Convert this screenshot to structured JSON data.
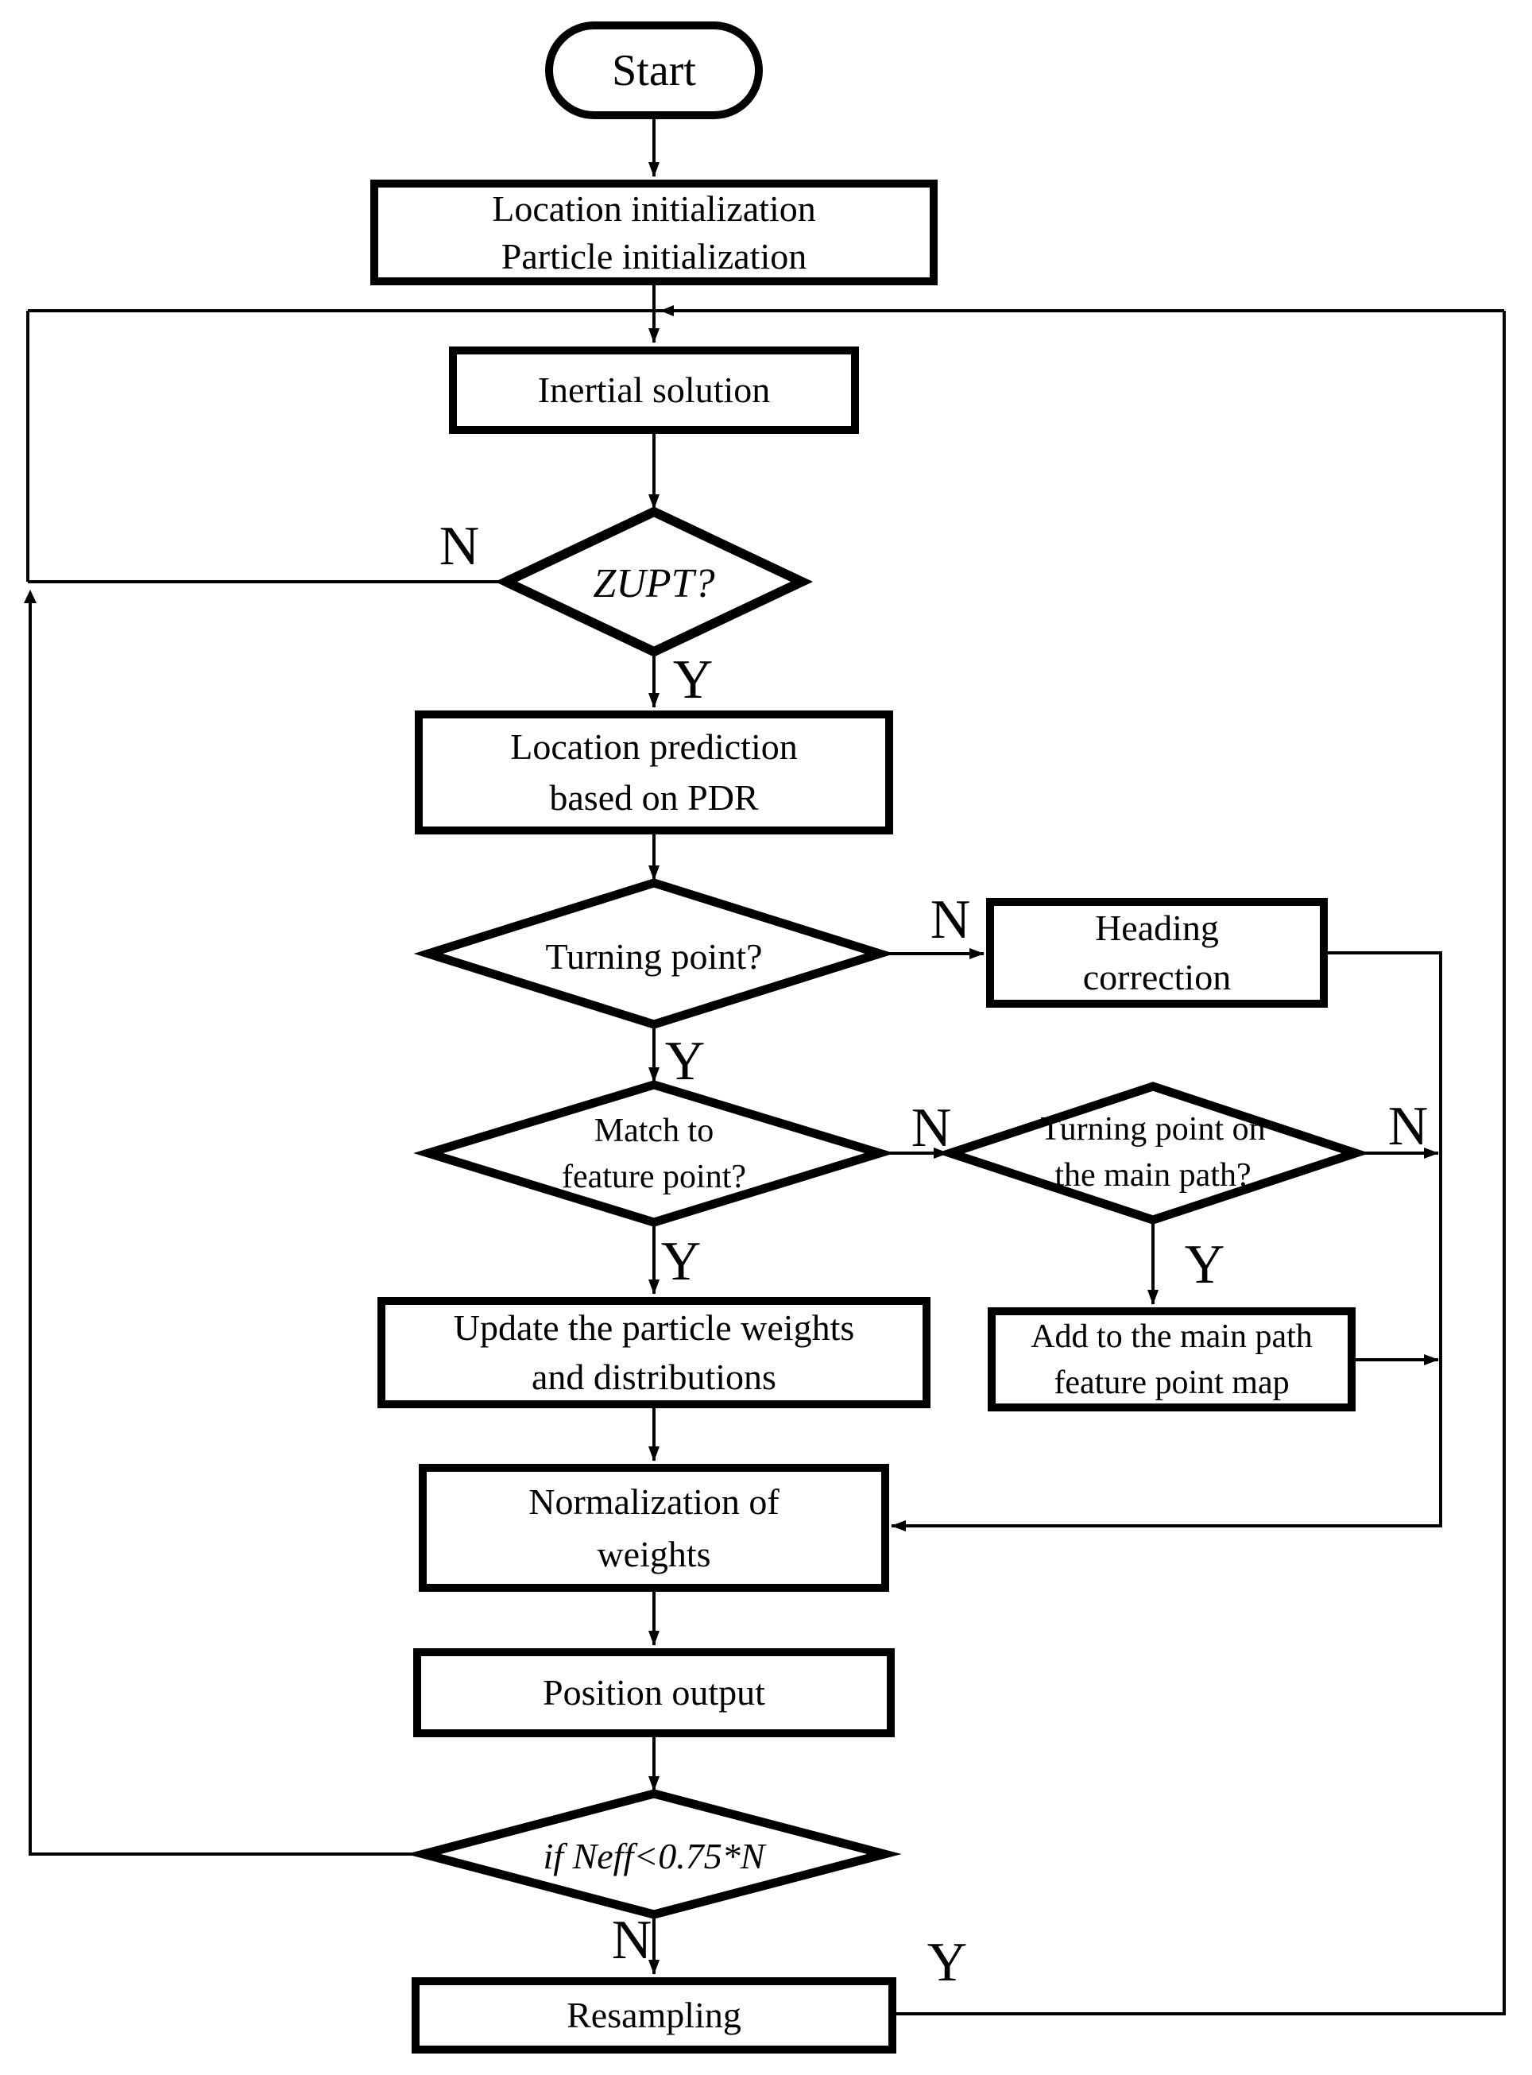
{
  "figure": {
    "title": "PDR particle-filter localization flowchart",
    "ink_color": "#000000",
    "background_color": "#ffffff"
  },
  "nodes": {
    "start": {
      "label": "Start"
    },
    "init": {
      "lines": [
        "Location initialization",
        "Particle initialization"
      ]
    },
    "inertial": {
      "label": "Inertial solution"
    },
    "zupt": {
      "label": "ZUPT?"
    },
    "locpred": {
      "lines": [
        "Location prediction",
        "based on PDR"
      ]
    },
    "turn": {
      "label": "Turning point?"
    },
    "heading": {
      "lines": [
        "Heading",
        "correction"
      ]
    },
    "match": {
      "lines": [
        "Match to",
        "feature point?"
      ]
    },
    "tpmain": {
      "lines": [
        "Turning point on",
        "the main path?"
      ]
    },
    "add": {
      "lines": [
        "Add to the main path",
        "feature point map"
      ]
    },
    "update": {
      "lines": [
        "Update the particle weights",
        "and distributions"
      ]
    },
    "normalize": {
      "lines": [
        "Normalization of",
        "weights"
      ]
    },
    "posout": {
      "label": "Position output"
    },
    "neff": {
      "label": "if Neff<0.75*N"
    },
    "resample": {
      "label": "Resampling"
    }
  },
  "edge_labels": {
    "zupt_n": "N",
    "zupt_y": "Y",
    "turn_n": "N",
    "turn_y": "Y",
    "match_n": "N",
    "match_y": "Y",
    "tpmain_n": "N",
    "tpmain_y": "Y",
    "neff_n": "N",
    "resample_y": "Y"
  }
}
